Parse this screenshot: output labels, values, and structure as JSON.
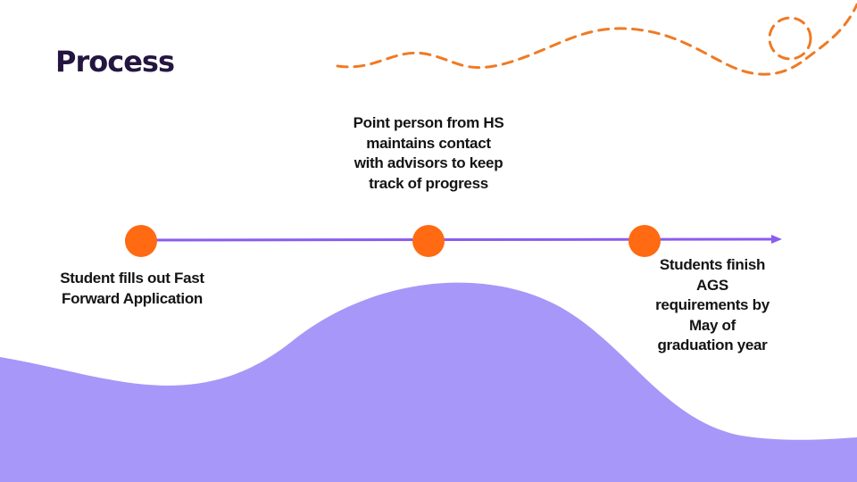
{
  "title": "Process",
  "steps": [
    {
      "label": "Student fills out Fast Forward Application"
    },
    {
      "label": "Point person from HS maintains contact with advisors to keep track of progress"
    },
    {
      "label": "Students finish AGS requirements by May of graduation year"
    }
  ],
  "colors": {
    "title": "#241640",
    "timeline": "#8a5cf0",
    "node": "#ff6a13",
    "wave": "#a797f8",
    "decor": "#f07a24"
  }
}
